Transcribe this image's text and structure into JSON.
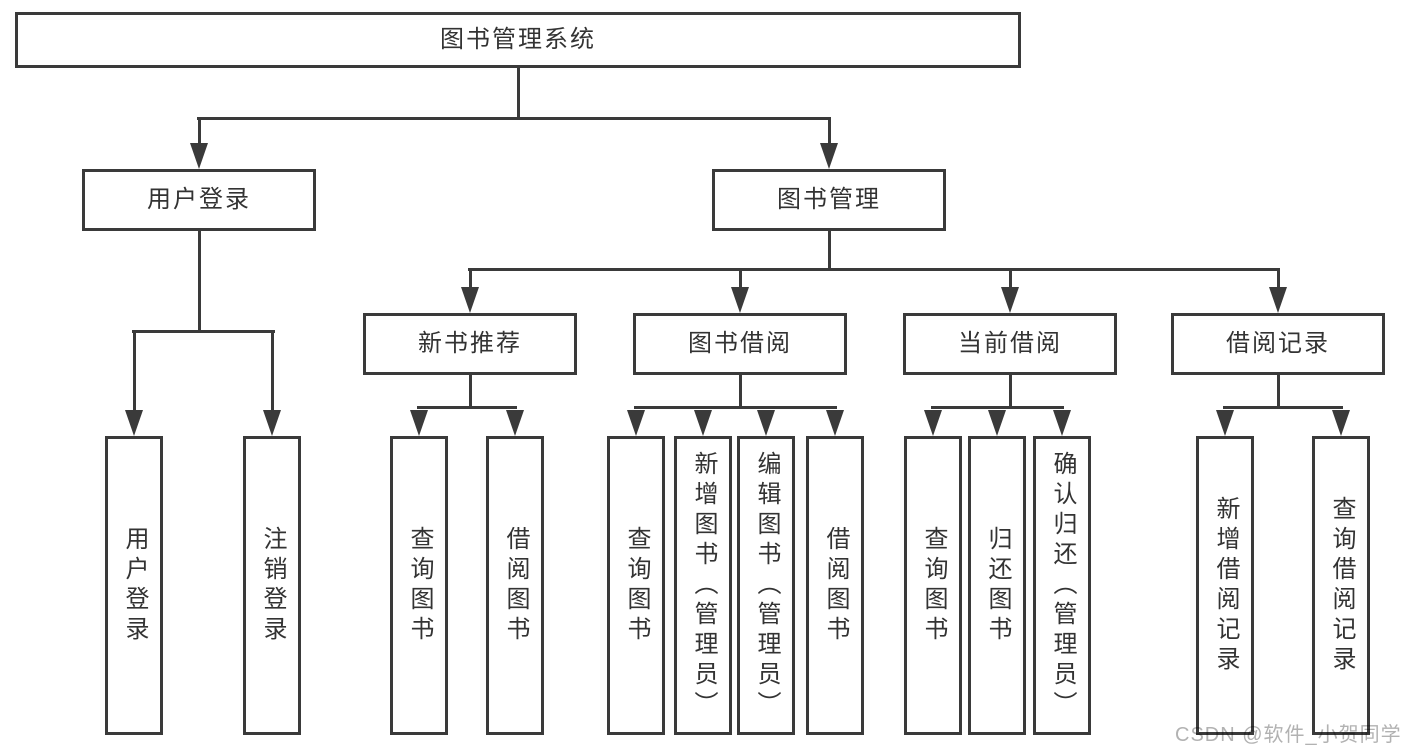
{
  "title": {
    "label": "图书管理系统"
  },
  "level2": {
    "user_login": {
      "label": "用户登录"
    },
    "book_management": {
      "label": "图书管理"
    }
  },
  "level3": {
    "new_book_recommend": {
      "label": "新书推荐"
    },
    "book_borrowing": {
      "label": "图书借阅"
    },
    "current_borrowing": {
      "label": "当前借阅"
    },
    "borrowing_records": {
      "label": "借阅记录"
    }
  },
  "leaves": {
    "user_login": {
      "label": "用户登录"
    },
    "logout": {
      "label": "注销登录"
    },
    "recommend_query_books": {
      "label": "查询图书"
    },
    "recommend_borrow_books": {
      "label": "借阅图书"
    },
    "borrow_query_books": {
      "label": "查询图书"
    },
    "borrow_add_books_admin": {
      "label": "新增图书（管理员）"
    },
    "borrow_edit_books_admin": {
      "label": "编辑图书（管理员）"
    },
    "borrow_borrow_books": {
      "label": "借阅图书"
    },
    "current_query_books": {
      "label": "查询图书"
    },
    "current_return_books": {
      "label": "归还图书"
    },
    "current_confirm_return_admin": {
      "label": "确认归还（管理员）"
    },
    "records_add_record": {
      "label": "新增借阅记录"
    },
    "records_query_record": {
      "label": "查询借阅记录"
    }
  },
  "watermark": {
    "label": "CSDN @软件_小贺同学"
  },
  "colors": {
    "line": "#3a3a3a",
    "text": "#333333",
    "background": "#ffffff",
    "watermark": "#b2b2b2"
  }
}
